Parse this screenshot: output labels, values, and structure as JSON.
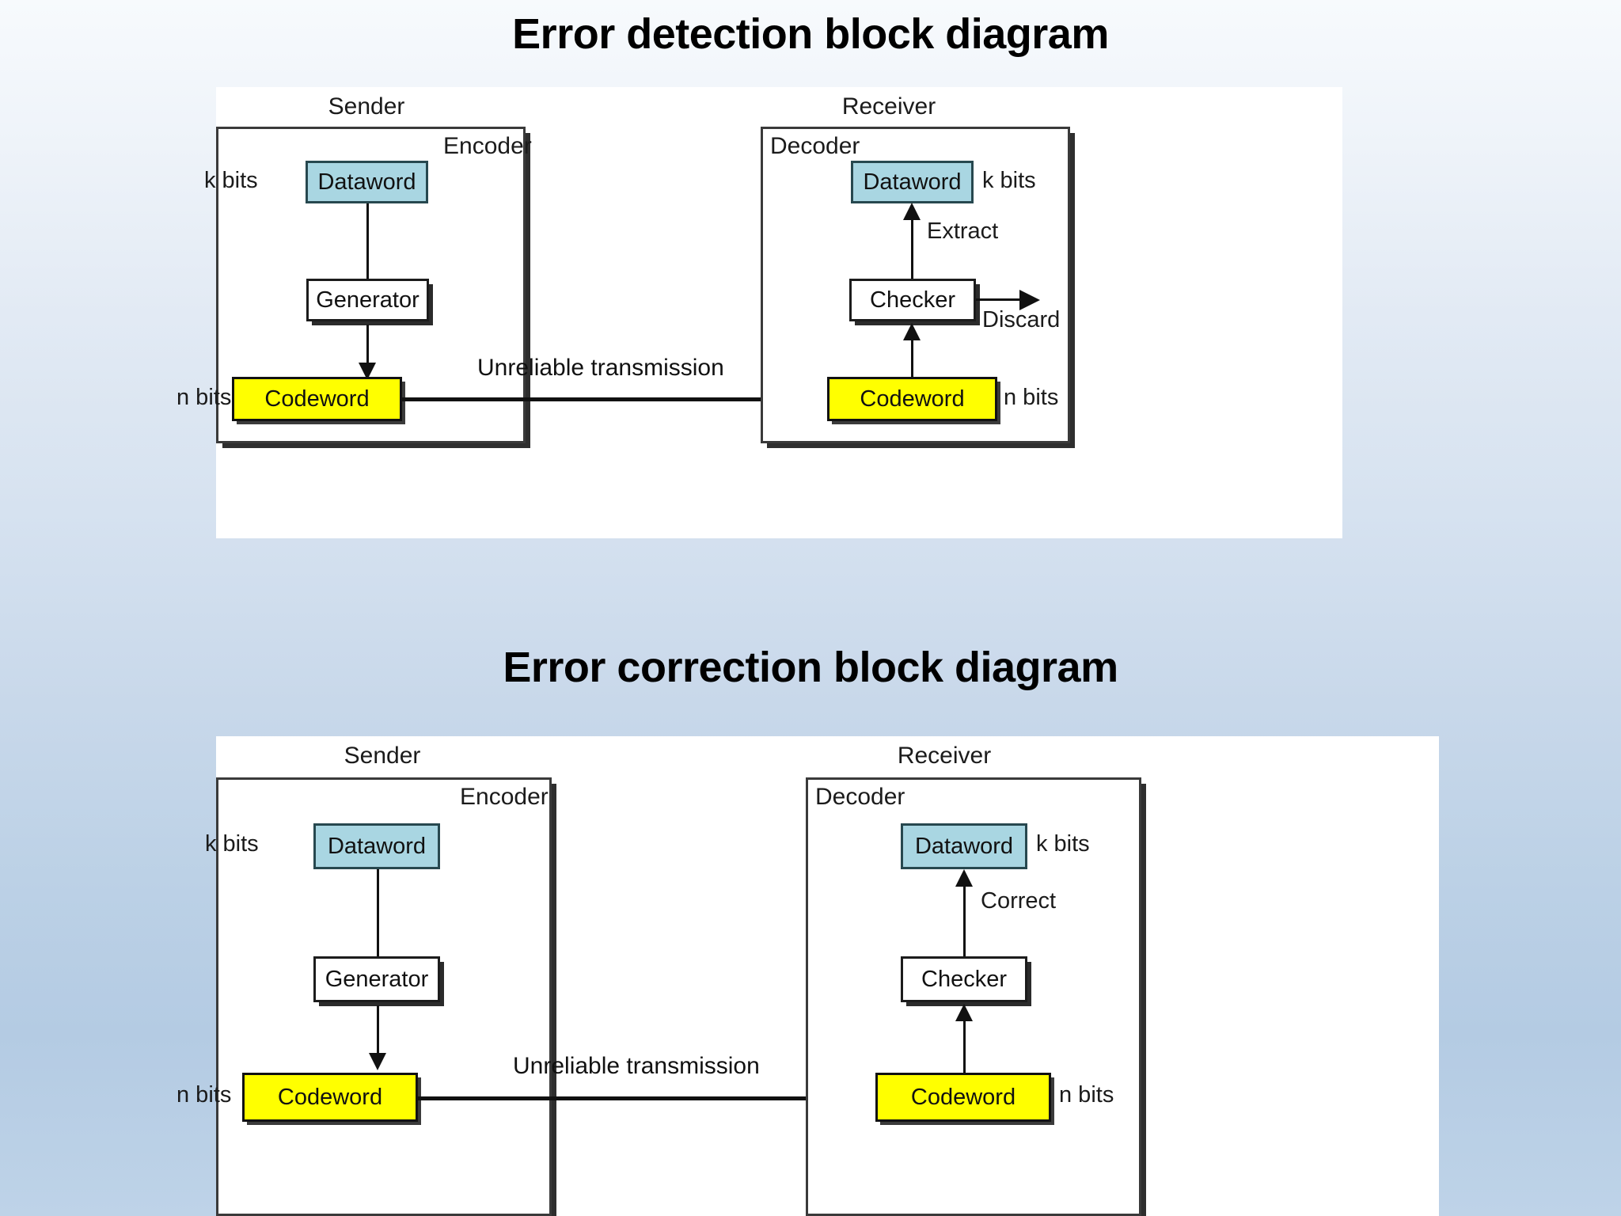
{
  "page": {
    "background_top": "#f7fafd",
    "background_bottom": "#b4cbe3"
  },
  "colors": {
    "dataword_fill": "#a9d6e2",
    "codeword_fill": "#ffff00",
    "block_stroke": "#111111",
    "panel_fill": "#ffffff"
  },
  "diagrams": [
    {
      "title": "Error detection block diagram",
      "sender": {
        "party_label": "Sender",
        "outer_title": "Encoder",
        "dataword_label": "Dataword",
        "dataword_note": "k bits",
        "generator_label": "Generator",
        "codeword_label": "Codeword",
        "codeword_note": "n bits"
      },
      "channel": {
        "transmission_label": "Unreliable transmission"
      },
      "receiver": {
        "party_label": "Receiver",
        "outer_title": "Decoder",
        "dataword_label": "Dataword",
        "dataword_note": "k bits",
        "checker_label": "Checker",
        "extract_label": "Extract",
        "discard_label": "Discard",
        "codeword_label": "Codeword",
        "codeword_note": "n bits"
      }
    },
    {
      "title": "Error correction block diagram",
      "sender": {
        "party_label": "Sender",
        "outer_title": "Encoder",
        "dataword_label": "Dataword",
        "dataword_note": "k bits",
        "generator_label": "Generator",
        "codeword_label": "Codeword",
        "codeword_note": "n bits"
      },
      "channel": {
        "transmission_label": "Unreliable transmission"
      },
      "receiver": {
        "party_label": "Receiver",
        "outer_title": "Decoder",
        "dataword_label": "Dataword",
        "dataword_note": "k bits",
        "checker_label": "Checker",
        "correct_label": "Correct",
        "codeword_label": "Codeword",
        "codeword_note": "n bits"
      }
    }
  ]
}
